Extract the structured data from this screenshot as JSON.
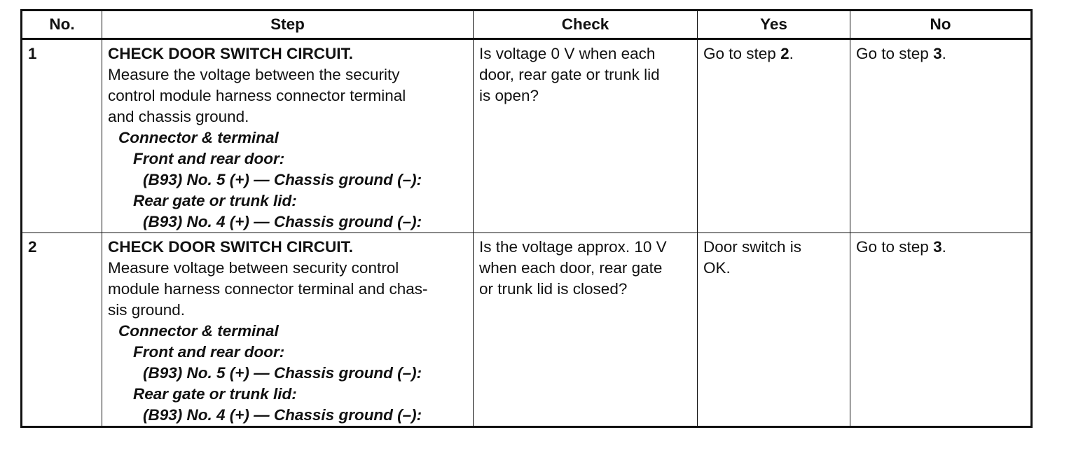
{
  "headers": {
    "no": "No.",
    "step": "Step",
    "check": "Check",
    "yes": "Yes",
    "no_col": "No"
  },
  "rows": [
    {
      "no": "1",
      "step_title": "CHECK DOOR SWITCH CIRCUIT.",
      "step_body": [
        "Measure the voltage between the security",
        "control module harness connector terminal",
        "and chassis ground."
      ],
      "connector_heading": "Connector & terminal",
      "front_label": "Front and rear door:",
      "front_value": "(B93) No. 5 (+) — Chassis ground (–):",
      "rear_label": "Rear gate or trunk lid:",
      "rear_value": "(B93) No. 4 (+) — Chassis ground (–):",
      "check": [
        "Is voltage 0 V when each",
        "door, rear gate or trunk lid",
        "is open?"
      ],
      "yes_text": "Go to step ",
      "yes_step": "2",
      "yes_end": ".",
      "no_text": "Go to step ",
      "no_step": "3",
      "no_end": "."
    },
    {
      "no": "2",
      "step_title": "CHECK DOOR SWITCH CIRCUIT.",
      "step_body": [
        "Measure voltage between security control",
        "module harness connector terminal and chas-",
        "sis ground."
      ],
      "connector_heading": "Connector & terminal",
      "front_label": "Front and rear door:",
      "front_value": "(B93) No. 5 (+) — Chassis ground (–):",
      "rear_label": "Rear gate or trunk lid:",
      "rear_value": "(B93) No. 4 (+) — Chassis ground (–):",
      "check": [
        "Is the voltage approx. 10 V",
        "when each door, rear gate",
        "or trunk lid is closed?"
      ],
      "yes_lines": [
        "Door switch is",
        "OK."
      ],
      "no_text": "Go to step ",
      "no_step": "3",
      "no_end": "."
    }
  ]
}
